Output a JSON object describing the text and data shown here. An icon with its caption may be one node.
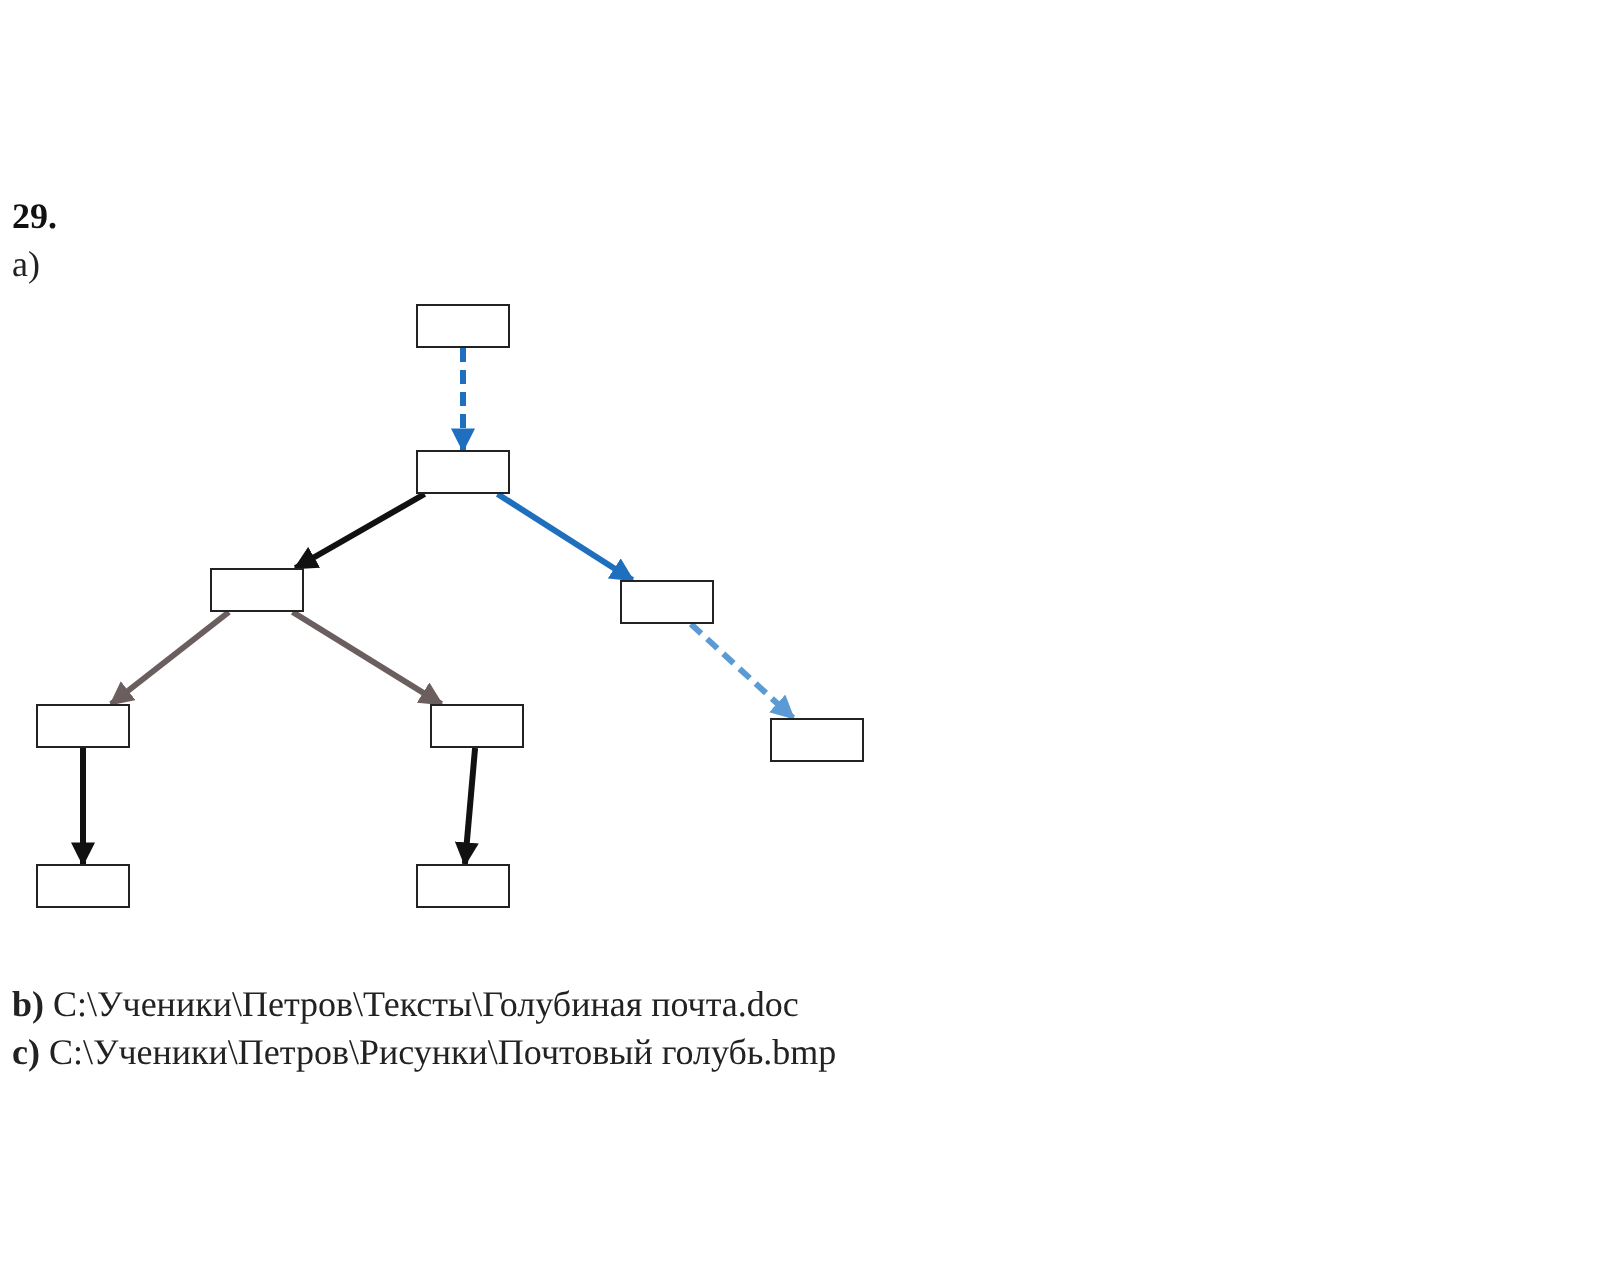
{
  "diagram": {
    "title": "29.",
    "nodes": [
      {
        "text": [],
        "shape": "box"
      },
      {
        "text": [],
        "shape": "box"
      },
      {
        "text": [],
        "shape": "box"
      },
      {
        "text": [],
        "shape": "box"
      },
      {
        "text": [],
        "shape": "box"
      },
      {
        "text": [],
        "shape": "box"
      },
      {
        "text": [],
        "shape": "box"
      },
      {
        "text": [],
        "shape": "box"
      },
      {
        "text": [],
        "shape": "box"
      }
    ],
    "edges": [
      {
        "from": 0,
        "to": 1,
        "arrow": "to",
        "style": "dashed",
        "color": "#1f6fbf"
      },
      {
        "from": 1,
        "to": 2,
        "arrow": "to"
      },
      {
        "from": 1,
        "to": 3,
        "arrow": "to",
        "color": "#1f6fbf"
      },
      {
        "from": 2,
        "to": 4,
        "arrow": "to",
        "color": "#6b5e5e"
      },
      {
        "from": 2,
        "to": 5,
        "arrow": "to",
        "color": "#6b5e5e"
      },
      {
        "from": 3,
        "to": 6,
        "arrow": "to",
        "style": "dashed",
        "color": "#5b9bd5"
      },
      {
        "from": 4,
        "to": 7,
        "arrow": "to"
      },
      {
        "from": 5,
        "to": 8,
        "arrow": "to"
      }
    ],
    "labels": [
      "a)",
      "**b)** C:\\Ученики\\Петров\\Тексты\\Голубиная почта.doc",
      "**c)** C:\\Ученики\\Петров\\Рисунки\\Почтовый голубь.bmp"
    ]
  }
}
